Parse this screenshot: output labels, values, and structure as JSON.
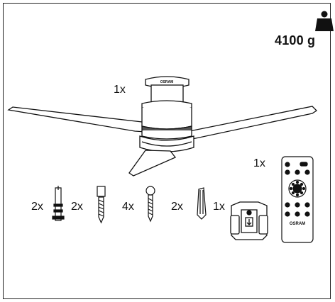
{
  "weight": {
    "value": "4100 g",
    "icon": "weight-icon"
  },
  "fan": {
    "quantity": "1x",
    "brand": "OSRAM"
  },
  "remote": {
    "quantity": "1x",
    "brand": "OSRAM"
  },
  "parts": [
    {
      "name": "anchor-bolt",
      "quantity": "2x"
    },
    {
      "name": "screw-hex",
      "quantity": "2x"
    },
    {
      "name": "wood-screw",
      "quantity": "4x"
    },
    {
      "name": "wall-plug",
      "quantity": "2x"
    },
    {
      "name": "remote-wall-holder",
      "quantity": "1x"
    }
  ]
}
